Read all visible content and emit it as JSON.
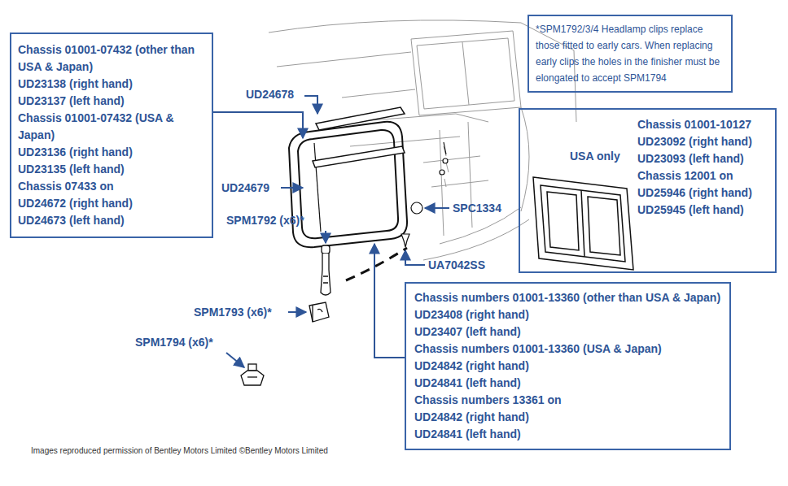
{
  "diagram": {
    "nodes": [
      {
        "text": [
          "Chassis 01001-07432 (other than USA & Japan)",
          "UD23138 (right hand)",
          "UD23137 (left hand)",
          "Chassis 01001-07432 (USA & Japan)",
          "UD23136 (right hand)",
          "UD23135 (left hand)",
          "Chassis 07433 on",
          "UD24672 (right hand)",
          "UD24673 (left hand)"
        ]
      },
      {
        "text": [
          "*SPM1792/3/4 Headlamp clips replace those fitted to early cars. When replacing early clips the holes in the finisher must be elongated to accept SPM1794"
        ]
      },
      {
        "text": [
          "USA only",
          "Chassis 01001-10127",
          "UD23092 (right hand)",
          "UD23093 (left hand)",
          "Chassis 12001 on",
          "UD25946 (right hand)",
          "UD25945 (left hand)"
        ]
      },
      {
        "text": [
          "Chassis numbers 01001-13360 (other than USA & Japan)",
          "UD23408 (right hand)",
          "UD23407 (left hand)",
          "Chassis numbers 01001-13360 (USA & Japan)",
          "UD24842 (right hand)",
          "UD24841 (left hand)",
          "Chassis numbers 13361 on",
          "UD24842 (right hand)",
          "UD24841 (left hand)"
        ]
      }
    ],
    "labels": [
      "UD24678",
      "UD24679",
      "SPM1792 (x6)*",
      "SPM1793 (x6)*",
      "SPM1794 (x6)*",
      "SPC1334",
      "UA7042SS",
      "Images reproduced permission of Bentley Motors Limited ©Bentley Motors Limited"
    ]
  }
}
